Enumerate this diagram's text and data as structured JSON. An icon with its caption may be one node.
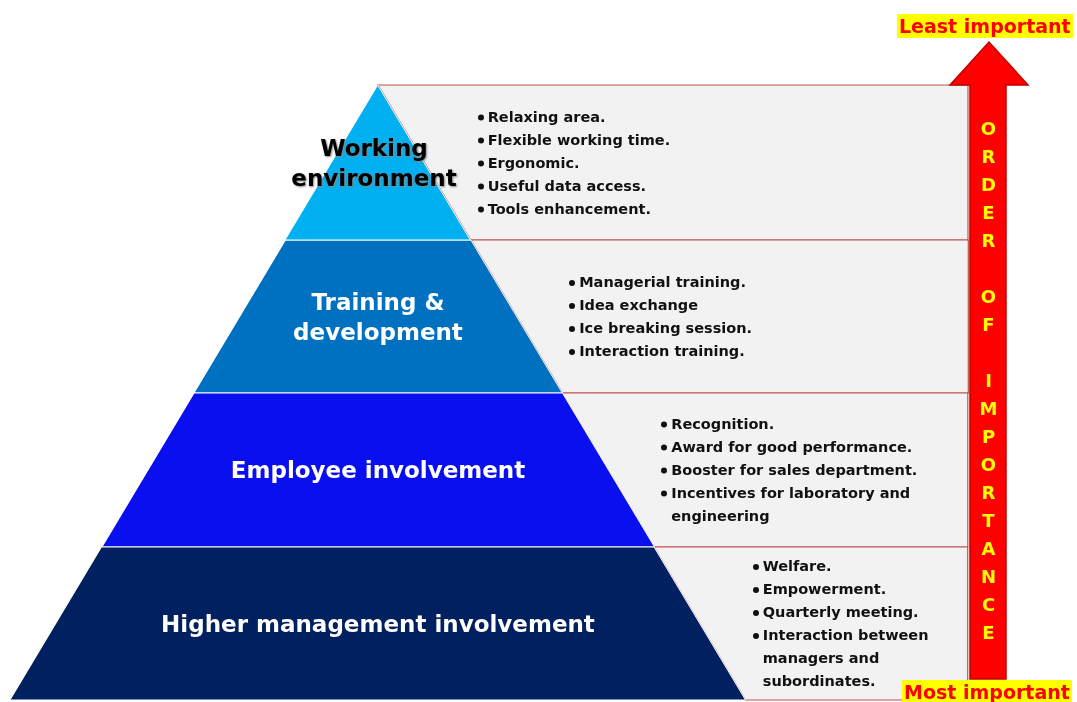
{
  "diagram": {
    "nodes": [
      {
        "text": [
          "Working environment"
        ]
      },
      {
        "text": [
          "Relaxing area.",
          "Flexible working time.",
          "Ergonomic.",
          "Useful data access.",
          "Tools enhancement."
        ]
      },
      {
        "text": [
          "Training & development"
        ]
      },
      {
        "text": [
          "Managerial training.",
          "Idea exchange",
          "Ice breaking session.",
          "Interaction training."
        ]
      },
      {
        "text": [
          "Employee involvement"
        ]
      },
      {
        "text": [
          "Recognition.",
          "Award for good performance.",
          "Booster for sales department.",
          "Incentives for laboratory and engineering"
        ]
      },
      {
        "text": [
          "Higher management involvement"
        ]
      },
      {
        "text": [
          "Welfare.",
          "Empowerment.",
          "Quarterly meeting.",
          "Interaction between managers and subordinates."
        ]
      },
      {
        "text": [
          "ORDER OF IMPORTANCE"
        ]
      }
    ],
    "labels": [
      "Least important",
      "Most important"
    ]
  }
}
